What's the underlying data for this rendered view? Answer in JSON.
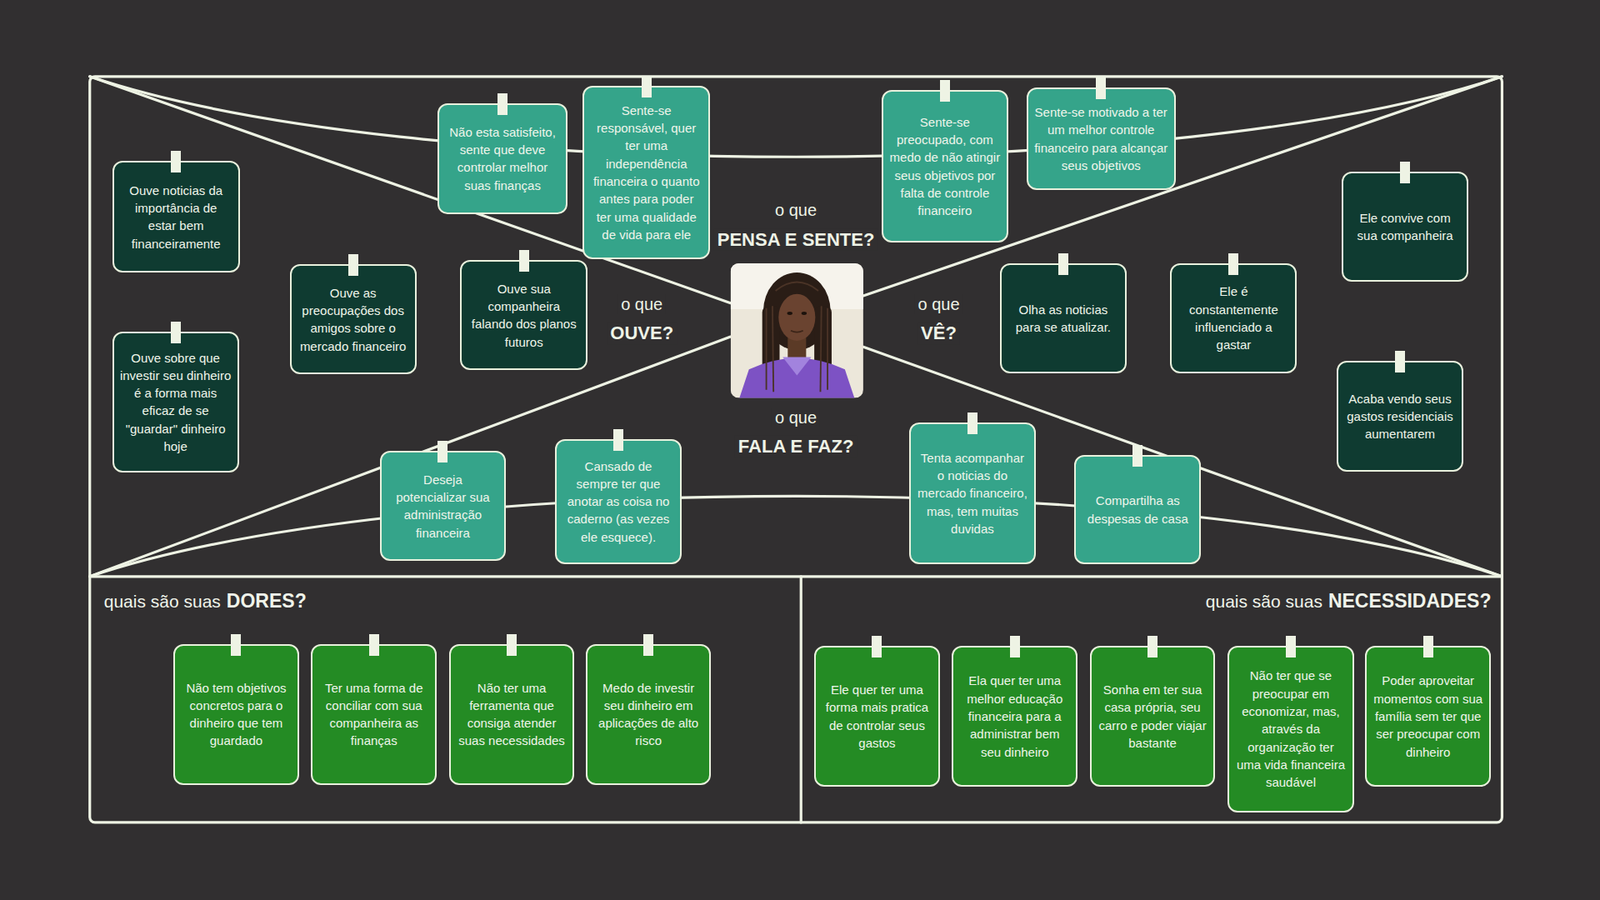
{
  "diagram": {
    "nodes": [
      {
        "text": [
          "Não esta satisfeito, sente que deve controlar melhor suas finanças"
        ]
      },
      {
        "text": [
          "Sente-se responsável, quer ter uma independência financeira o quanto antes para poder ter uma qualidade de vida para ele"
        ]
      },
      {
        "text": [
          "Sente-se preocupado, com medo de não atingir seus objetivos por falta de controle financeiro"
        ]
      },
      {
        "text": [
          "Sente-se motivado a ter um melhor controle financeiro para alcançar seus objetivos"
        ]
      },
      {
        "text": [
          "Ouve noticias da importância de estar bem financeiramente"
        ]
      },
      {
        "text": [
          "Ouve sobre que investir seu dinheiro é a forma mais eficaz de se \"guardar\" dinheiro hoje"
        ]
      },
      {
        "text": [
          "Ouve as preocupações dos amigos sobre o mercado financeiro"
        ]
      },
      {
        "text": [
          "Ouve sua companheira falando dos planos futuros"
        ]
      },
      {
        "text": [
          "Olha as noticias para se atualizar."
        ]
      },
      {
        "text": [
          "Ele é constantemente influenciado a gastar"
        ]
      },
      {
        "text": [
          "Ele convive com sua companheira"
        ]
      },
      {
        "text": [
          "Acaba vendo seus gastos residenciais aumentarem"
        ]
      },
      {
        "text": [
          "Deseja potencializar sua administração financeira"
        ]
      },
      {
        "text": [
          "Cansado de sempre ter que anotar as coisa no caderno (as vezes ele esquece)."
        ]
      },
      {
        "text": [
          "Tenta acompanhar o noticias do mercado financeiro, mas, tem muitas duvidas"
        ]
      },
      {
        "text": [
          "Compartilha as despesas de casa"
        ]
      },
      {
        "text": [
          "quais são suas",
          "DORES?"
        ]
      },
      {
        "text": [
          "Não tem objetivos concretos para o dinheiro que tem guardado"
        ],
        "in": 16
      },
      {
        "text": [
          "Ter uma forma de conciliar com sua companheira as finanças"
        ],
        "in": 16
      },
      {
        "text": [
          "Não ter uma ferramenta que consiga atender suas necessidades"
        ],
        "in": 16
      },
      {
        "text": [
          "Medo de investir seu dinheiro em aplicações de alto risco"
        ],
        "in": 16
      },
      {
        "text": [
          "quais são suas",
          "NECESSIDADES?"
        ]
      },
      {
        "text": [
          "Ele quer ter uma forma mais pratica de controlar seus gastos"
        ],
        "in": 21
      },
      {
        "text": [
          "Ela quer ter uma melhor educação financeira para a administrar bem seu dinheiro"
        ],
        "in": 21
      },
      {
        "text": [
          "Sonha em ter sua casa própria, seu carro e poder viajar bastante"
        ],
        "in": 21
      },
      {
        "text": [
          "Não ter que se preocupar em economizar, mas, através da organização ter uma vida financeira saudável"
        ],
        "in": 21
      },
      {
        "text": [
          "Poder aproveitar momentos com sua família sem ter que ser preocupar com dinheiro"
        ],
        "in": 21
      }
    ],
    "labels": [
      "o que",
      "PENSA E SENTE?",
      "o que",
      "OUVE?",
      "o que",
      "VÊ?",
      "o que",
      "FALA E FAZ?"
    ]
  }
}
